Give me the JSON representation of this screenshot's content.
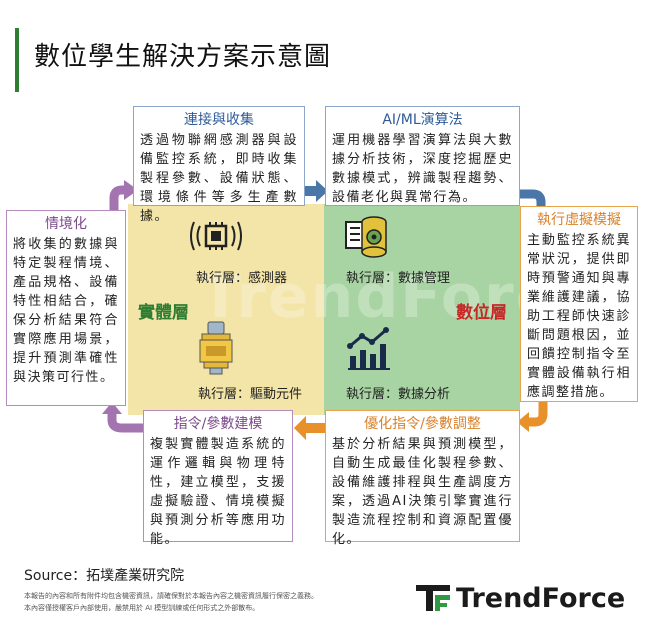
{
  "title": "數位學生解決方案示意圖",
  "layers": {
    "physical": "實體層",
    "digital": "數位層"
  },
  "watermark": "TrendForce",
  "boxes": {
    "connect": {
      "title": "連接與收集",
      "body": "透過物聯網感測器與設備監控系統，即時收集製程參數、設備狀態、環境條件等多生產數據。"
    },
    "ai": {
      "title": "AI/ML演算法",
      "body": "運用機器學習演算法與大數據分析技術，深度挖掘歷史數據模式，辨識製程趨勢、設備老化與異常行為。"
    },
    "simulation": {
      "title": "執行虛擬模擬",
      "body": "主動監控系統異常狀況，提供即時預警通知與專業維護建議，協助工程師快速診斷問題根因，並回饋控制指令至實體設備執行相應調整措施。"
    },
    "optimize": {
      "title": "優化指令/參數調整",
      "body": "基於分析結果與預測模型，自動生成最佳化製程參數、設備維護排程與生產調度方案，透過AI決策引擎實進行製造流程控制和資源配置優化。"
    },
    "instruction": {
      "title": "指令/參數建模",
      "body": "複製實體製造系統的運作邏輯與物理特性，建立模型，支援虛擬驗證、情境模擬與預測分析等應用功能。"
    },
    "context": {
      "title": "情境化",
      "body": "將收集的數據與特定製程情境、產品規格、設備特性相結合，確保分析結果符合實際應用場景，提升預測準確性與決策可行性。"
    }
  },
  "modules": {
    "sensor": "執行層：感測器",
    "driver": "執行層：驅動元件",
    "data_mgmt": "執行層：數據管理",
    "data_analysis": "執行層：數據分析"
  },
  "icons": {
    "sensor": "sensor-chip-icon",
    "driver": "connector-icon",
    "data_mgmt": "database-gear-icon",
    "data_analysis": "bar-chart-trend-icon"
  },
  "colors": {
    "physical_bg": "#f3e4a7",
    "digital_bg": "#a8d4a3",
    "blue_arrow": "#4a76a8",
    "orange_arrow": "#e8902a",
    "purple_arrow": "#a374b0",
    "accent_green": "#2e7d32"
  },
  "footer": {
    "source": "Source：拓墣產業研究院",
    "disclaimer_1": "本報告的內容和所有附件均包含機密資訊，請確保對於本報告內容之機密資訊履行保密之義務。",
    "disclaimer_2": "本內容僅授權客戶內部使用，嚴禁用於 AI 模型訓練或任何形式之外部散布。",
    "brand": "TrendForce"
  }
}
